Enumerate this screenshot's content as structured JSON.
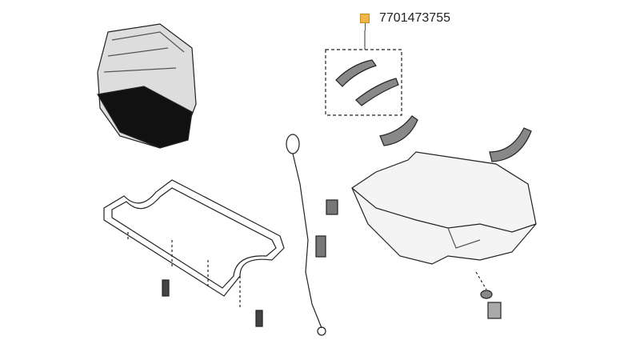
{
  "diagram": {
    "callout": {
      "part_number": "7701473755",
      "marker_color": "#f0b64a"
    },
    "parts": [
      "engine-assembly",
      "oil-pan-gasket",
      "oil-pan",
      "oil-dipstick",
      "bolt",
      "drain-plug",
      "seal-kit"
    ]
  }
}
